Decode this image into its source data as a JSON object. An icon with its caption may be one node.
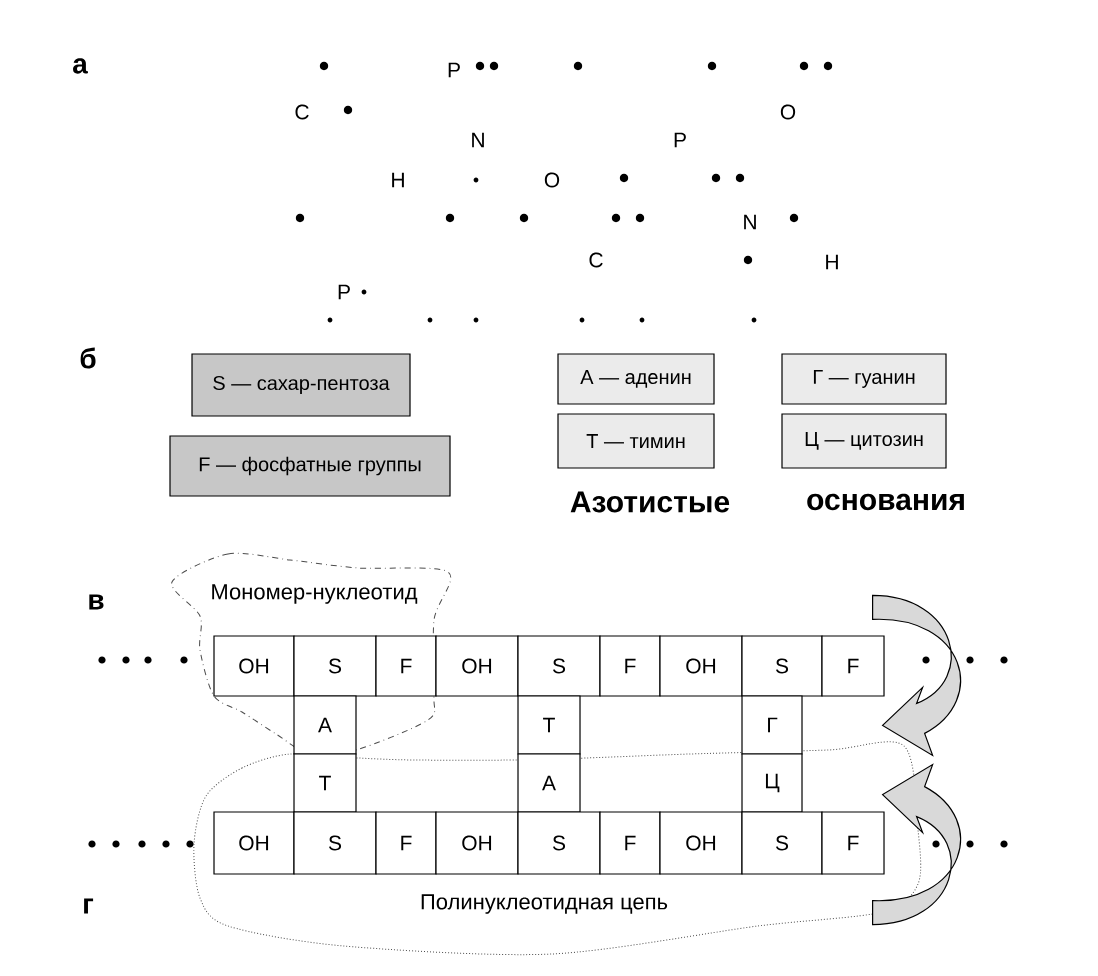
{
  "diagram": {
    "nodes": [
      {
        "text": [
          "S — сахар-пентоза"
        ]
      },
      {
        "text": [
          "F — фосфатные группы"
        ]
      },
      {
        "text": [
          "А — аденин"
        ]
      },
      {
        "text": [
          "Т — тимин"
        ]
      },
      {
        "text": [
          "Г — гуанин"
        ]
      },
      {
        "text": [
          "Ц — цитозин"
        ]
      },
      {
        "text": [
          "Мономер-нуклеотид"
        ]
      },
      {
        "text": [
          "OH"
        ],
        "in": 6
      },
      {
        "text": [
          "S"
        ],
        "in": 6
      },
      {
        "text": [
          "F"
        ],
        "in": 6
      },
      {
        "text": [
          "OH"
        ]
      },
      {
        "text": [
          "S"
        ]
      },
      {
        "text": [
          "F"
        ]
      },
      {
        "text": [
          "OH"
        ]
      },
      {
        "text": [
          "S"
        ]
      },
      {
        "text": [
          "F"
        ]
      },
      {
        "text": [
          "А"
        ],
        "in": 6
      },
      {
        "text": [
          "Т"
        ]
      },
      {
        "text": [
          "Г"
        ]
      },
      {
        "text": [
          "Полинуклеотидная цепь"
        ]
      },
      {
        "text": [
          "Т"
        ],
        "in": 19
      },
      {
        "text": [
          "А"
        ],
        "in": 19
      },
      {
        "text": [
          "Ц"
        ],
        "in": 19
      },
      {
        "text": [
          "OH"
        ],
        "in": 19
      },
      {
        "text": [
          "S"
        ],
        "in": 19
      },
      {
        "text": [
          "F"
        ],
        "in": 19
      },
      {
        "text": [
          "OH"
        ],
        "in": 19
      },
      {
        "text": [
          "S"
        ],
        "in": 19
      },
      {
        "text": [
          "F"
        ],
        "in": 19
      },
      {
        "text": [
          "OH"
        ],
        "in": 19
      },
      {
        "text": [
          "S"
        ],
        "in": 19
      },
      {
        "text": [
          "F"
        ],
        "in": 19
      }
    ],
    "labels": [
      "а",
      "P",
      "C",
      "O",
      "N",
      "P",
      "H",
      "O",
      "N",
      "C",
      "H",
      "P",
      "б",
      "Азотистые",
      "основания",
      "в",
      "г"
    ]
  }
}
